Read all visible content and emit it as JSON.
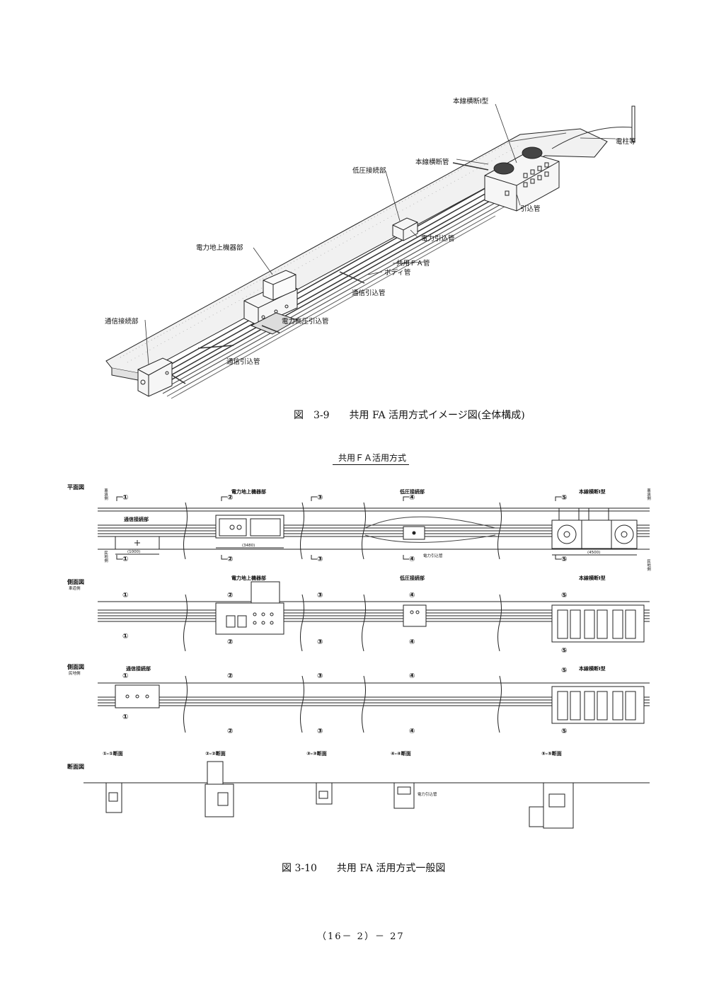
{
  "figure1": {
    "caption": "図　3-9　　共用 FA 活用方式イメージ図(全体構成)",
    "labels": {
      "main_cross_type1": "本線横断Ⅰ型",
      "utility_pole": "電柱等",
      "main_cross_pipe": "本線横断管",
      "low_voltage_joint": "低圧接続部",
      "lead_in_pipe": "引込管",
      "power_lead_pipe": "電力引込管",
      "power_ground_equipment": "電力地上機器部",
      "shared_fa_pipe": "共用ＦＡ管",
      "body_pipe": "ボディ管",
      "comm_lead_pipe_1": "通信引込管",
      "comm_joint": "通信接続部",
      "power_hv_lead_pipe": "電力高圧引込管",
      "comm_lead_pipe_2": "通信引込管"
    }
  },
  "figure2": {
    "title": "共用ＦＡ活用方式",
    "caption": "図 3-10　　共用 FA 活用方式一般図",
    "view_labels": {
      "plan": "平面図",
      "side1": "側面図",
      "side1_sub": "車道側",
      "side2": "側面図",
      "side2_sub": "民地側",
      "section": "断面図",
      "roadway_side": "車道側",
      "private_side": "民地側"
    },
    "components": {
      "comm_joint": "通信接続部",
      "power_equipment": "電力地上機器部",
      "low_voltage_joint": "低圧接続部",
      "main_cross_type1": "本線横断Ⅰ型",
      "power_lead_pipe": "電力引込管"
    },
    "markers": [
      "①",
      "②",
      "③",
      "④",
      "⑤"
    ],
    "sections": [
      "①-①断面",
      "②-②断面",
      "③-③断面",
      "④-④断面",
      "⑤-⑤断面"
    ],
    "dims": {
      "plan_1": "(1000)",
      "plan_2": "(3480)",
      "plan_5": "(4500)"
    }
  },
  "footer": {
    "page": "（16－ 2）－ 27"
  }
}
